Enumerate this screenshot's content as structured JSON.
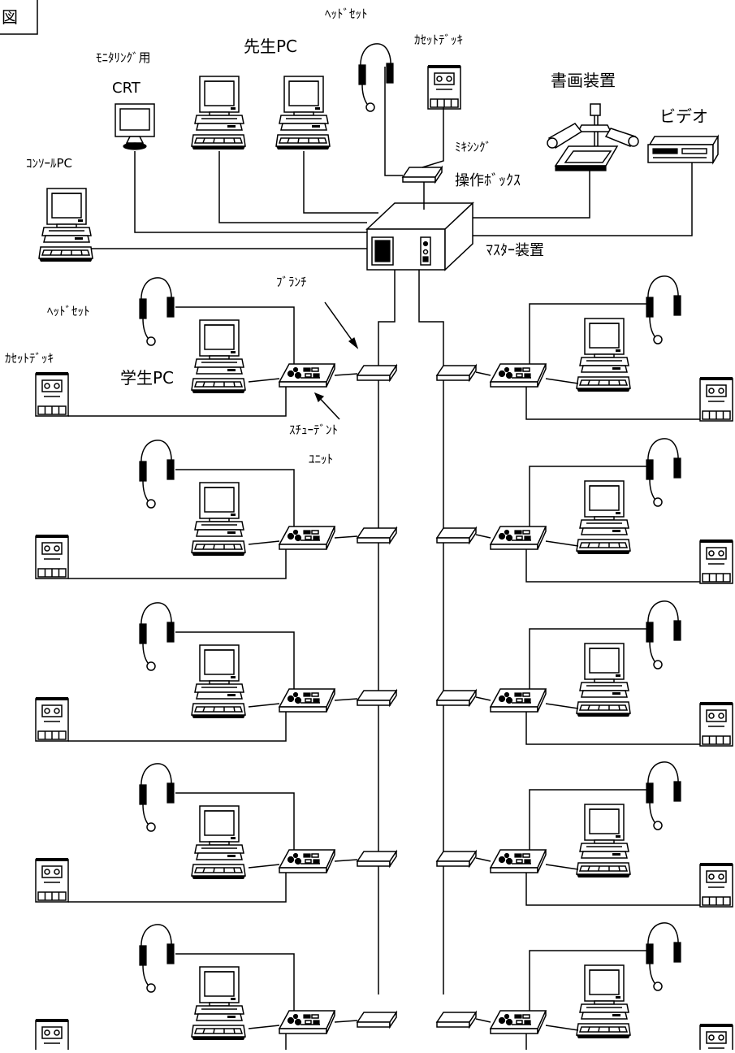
{
  "figure_tag": "図",
  "labels": {
    "headset_top": "ﾍｯﾄﾞｾｯﾄ",
    "cassette_top": "ｶｾｯﾄﾃﾞｯｷ",
    "teacher_pc": "先生PC",
    "monitoring": "ﾓﾆﾀﾘﾝｸﾞ用",
    "crt": "CRT",
    "document_camera": "書画装置",
    "video": "ビデオ",
    "console_pc": "ｺﾝｿｰﾙPC",
    "mixing": "ﾐｷｼﾝｸﾞ",
    "operation_box": "操作ﾎﾞｯｸｽ",
    "master_unit": "ﾏｽﾀｰ装置",
    "branch": "ﾌﾞﾗﾝﾁ",
    "headset_student": "ﾍｯﾄﾞｾｯﾄ",
    "cassette_student": "ｶｾｯﾄﾃﾞｯｷ",
    "student_pc": "学生PC",
    "student_unit_1": "ｽﾁｭｰﾃﾞﾝﾄ",
    "student_unit_2": "ﾕﾆｯﾄ"
  }
}
